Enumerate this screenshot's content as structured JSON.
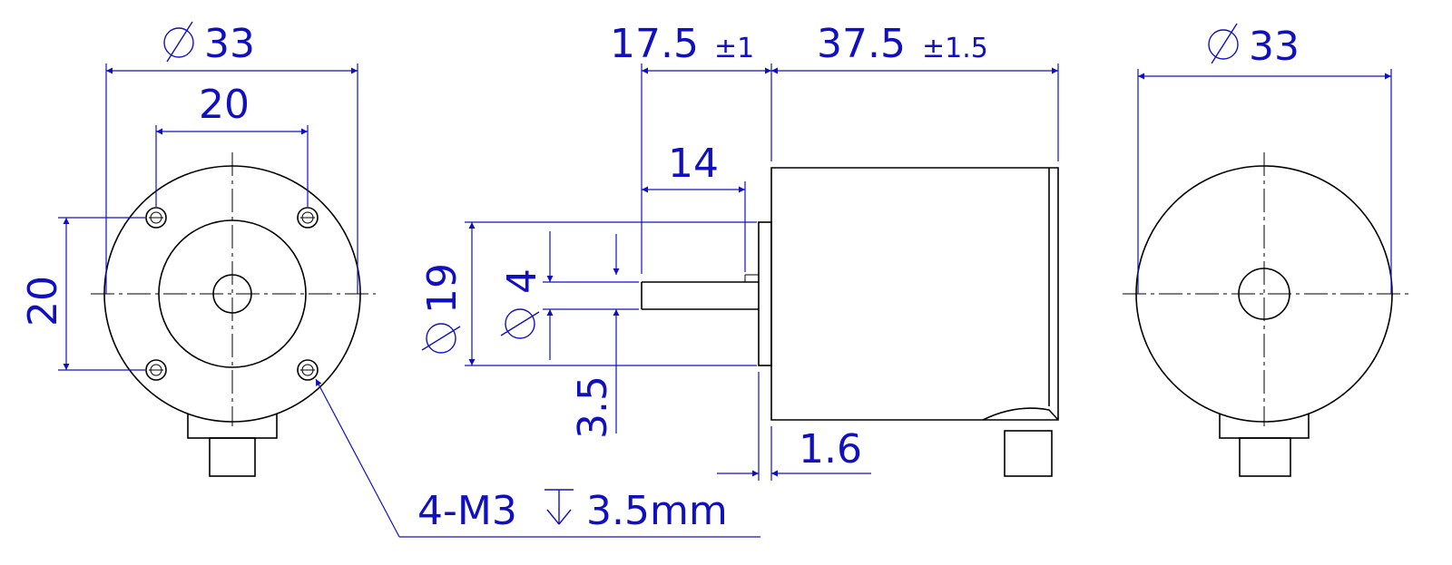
{
  "dimensions": {
    "front_outer_diameter": "33",
    "front_bolt_spacing_horizontal": "20",
    "front_bolt_spacing_vertical": "20",
    "shaft_length": "17.5",
    "shaft_length_tolerance": "±1",
    "body_length": "37.5",
    "body_length_tolerance": "±1.5",
    "shaft_flat_length": "14",
    "pilot_diameter": "19",
    "shaft_diameter": "4",
    "flat_depth": "3.5",
    "pilot_thickness": "1.6",
    "rear_outer_diameter": "33"
  },
  "callout": {
    "count_prefix": "4-M3",
    "depth": "3.5mm"
  },
  "colors": {
    "dimension": "#1010c0",
    "geometry": "#000000"
  }
}
